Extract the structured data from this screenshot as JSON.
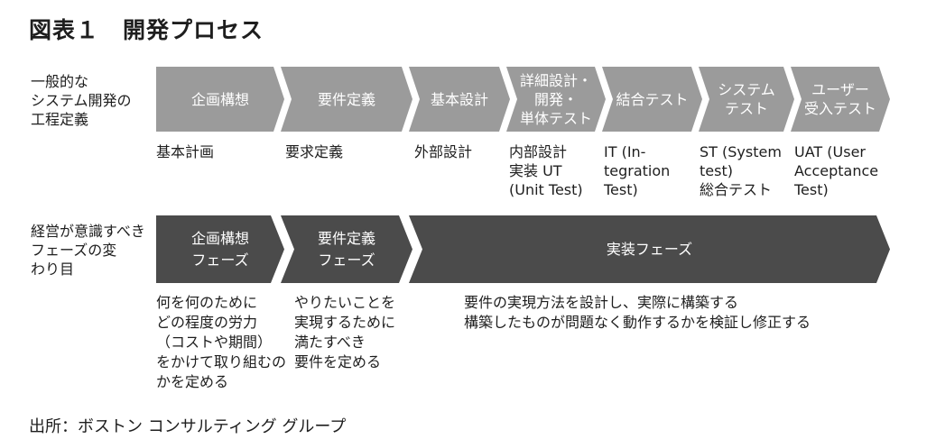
{
  "title": "図表１　開発プロセス",
  "rows": {
    "process": {
      "label": "一般的な\nシステム開発の\n工程定義",
      "phases": [
        "企画構想",
        "要件定義",
        "基本設計",
        "詳細設計・\n開発・\n単体テスト",
        "結合テスト",
        "システム\nテスト",
        "ユーザー\n受入テスト"
      ],
      "descriptions": [
        "基本計画",
        "要求定義",
        "外部設計",
        "内部設計\n実装 UT\n(Unit Test)",
        "IT (In-\ntegration\nTest)",
        "ST (System\ntest)\n総合テスト",
        "UAT (User\nAcceptance\nTest)"
      ]
    },
    "management": {
      "label": "経営が意識すべき\nフェーズの変\nわり目",
      "phases": [
        "企画構想\nフェーズ",
        "要件定義\nフェーズ",
        "実装フェーズ"
      ],
      "descriptions": [
        "何を何のために\nどの程度の労力\n（コストや期間）\nをかけて取り組むの\nかを定める",
        "やりたいことを\n実現するために\n満たすべき\n要件を定める",
        "要件の実現方法を設計し、実際に構築する\n構築したものが問題なく動作するかを検証し修正する"
      ]
    }
  },
  "source": "出所：ボストン コンサルティング グループ",
  "colors": {
    "light_phase": "#9b9b9b",
    "dark_phase": "#4b4b4b"
  }
}
